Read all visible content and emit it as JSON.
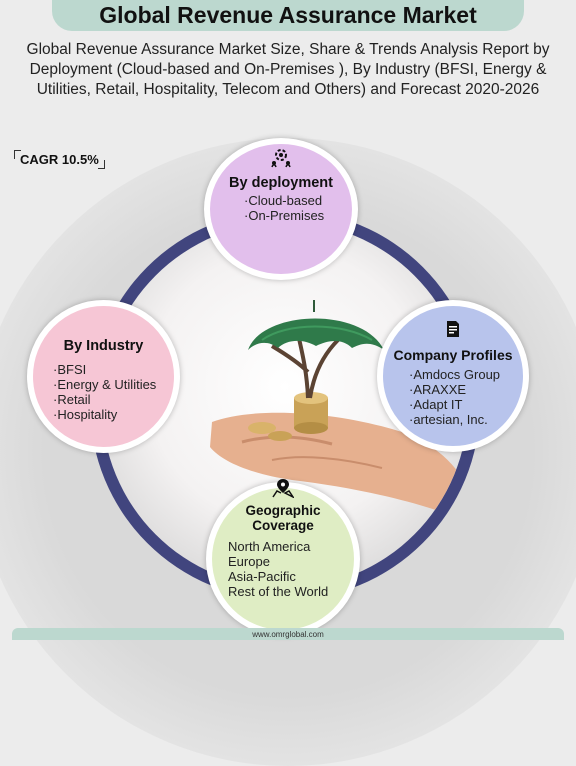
{
  "title": "Global Revenue Assurance Market",
  "subtitle": "Global Revenue Assurance Market Size, Share & Trends Analysis Report by Deployment (Cloud-based and On-Premises ), By Industry (BFSI, Energy & Utilities, Retail, Hospitality, Telecom and Others) and Forecast 2020-2026",
  "cagr": "CAGR 10.5%",
  "deployment": {
    "icon": "gear-people-icon",
    "heading": "By deployment",
    "items": [
      "·Cloud-based",
      "·On-Premises"
    ]
  },
  "industry": {
    "heading": "By Industry",
    "items": [
      "·BFSI",
      "·Energy & Utilities",
      "·Retail",
      "·Hospitality"
    ]
  },
  "company": {
    "icon": "document-icon",
    "heading": "Company Profiles",
    "items": [
      "·Amdocs Group",
      "·ARAXXE",
      "·Adapt IT",
      "·artesian, Inc."
    ]
  },
  "geo": {
    "icon": "map-pin-icon",
    "heading": "Geographic Coverage",
    "items": [
      "North America",
      "Europe",
      "Asia-Pacific",
      "Rest of the World"
    ]
  },
  "footer": "www.omrglobal.com",
  "colors": {
    "title_bar": "#bcd8cf",
    "deployment_bubble": "#e2bfec",
    "industry_bubble": "#f6c6d5",
    "company_bubble": "#b8c4ec",
    "geo_bubble": "#dfedc4",
    "ring": "#41457e"
  }
}
